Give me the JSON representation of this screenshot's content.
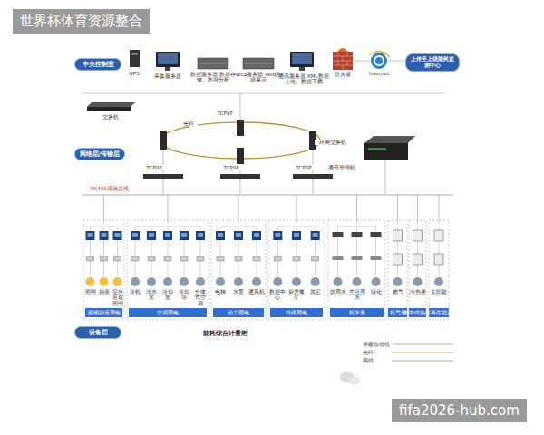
{
  "diagram": {
    "nodes": [
      {
        "text": [
          "中央控制室"
        ]
      },
      {
        "text": [
          "上传至上级能耗监测中心"
        ]
      },
      {
        "text": [
          "网络层/传输层"
        ]
      },
      {
        "text": [
          "设备层"
        ]
      },
      {
        "text": [
          "照明插座用电"
        ]
      },
      {
        "text": [
          "空调用电"
        ]
      },
      {
        "text": [
          "动力用电"
        ]
      },
      {
        "text": [
          "特殊用电"
        ]
      },
      {
        "text": [
          "耗水量"
        ]
      },
      {
        "text": [
          "耗气量"
        ]
      },
      {
        "text": [
          "集中供热/冷"
        ]
      },
      {
        "text": [
          "可再生能源"
        ]
      }
    ],
    "labels": [
      "世界杯体育资源整合",
      "fifa2026-hub.com",
      "UPS",
      "采集服务器",
      "数据服务器 数据存储、数据分析",
      "WEB服务器 Web数据展示",
      "通讯服务器 XML数据上传、数据下载",
      "防火墙",
      "Internet",
      "交换机",
      "TCP/IP",
      "光纤",
      "环网交换机",
      "TCP/IP",
      "TCP/IP",
      "TCP/IP",
      "通讯管理机",
      "RS485现场总线",
      "照明",
      "插座",
      "室外景观照明",
      "冷机",
      "冷水泵",
      "冷却泵",
      "冷却塔",
      "分体式空调",
      "电梯",
      "水泵",
      "通风机",
      "数据中心",
      "厨房餐厅",
      "其它",
      "饮用水",
      "生活用水",
      "绿化",
      "燃气",
      "冷热量",
      "太阳能",
      "能耗综合计量柜"
    ],
    "legend": [
      {
        "text": "屏蔽双绞线"
      },
      {
        "text": "光纤"
      },
      {
        "text": "网线"
      }
    ]
  }
}
